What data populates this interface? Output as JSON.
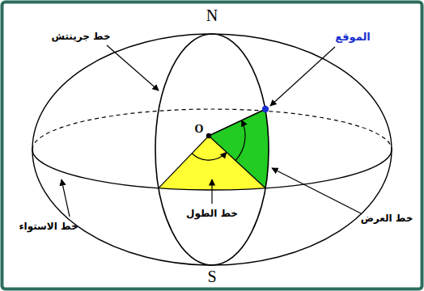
{
  "diagram": {
    "labels": [
      "خط جرينتش",
      "N",
      "الموقع",
      "O",
      "خط الاستواء",
      "خط الطول",
      "خط العرض",
      "S"
    ]
  }
}
